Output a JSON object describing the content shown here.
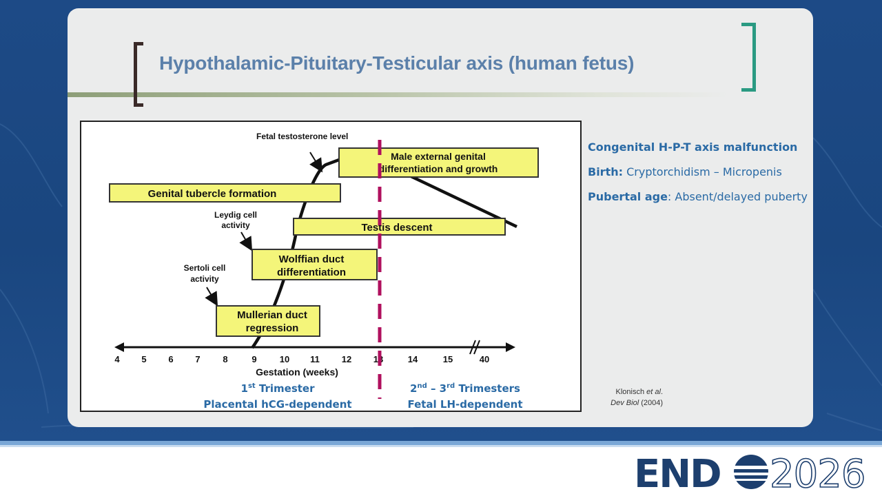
{
  "title": "Hypothalamic-Pituitary-Testicular axis (human fetus)",
  "info": {
    "heading": "Congenital H-P-T axis malfunction",
    "birth_label": "Birth:",
    "birth_value": " Cryptorchidism – Micropenis",
    "pubertal_label": "Pubertal age",
    "pubertal_value": ": Absent/delayed puberty"
  },
  "citation": {
    "line1_a": "Klonisch ",
    "line1_b": "et al",
    "line1_c": ".",
    "journal": "Dev Biol",
    "year": " (2004)"
  },
  "figure": {
    "curve_label": "Fetal testosterone level",
    "boxes": [
      {
        "id": "male-external",
        "line1": "Male external genital",
        "line2": "differentiation and growth"
      },
      {
        "id": "genital-tubercle",
        "line1": "Genital tubercle formation",
        "line2": ""
      },
      {
        "id": "testis-descent",
        "line1": "Testis descent",
        "line2": ""
      },
      {
        "id": "wolffian",
        "line1": "Wolffian duct",
        "line2": "differentiation"
      },
      {
        "id": "mullerian",
        "line1": "Mullerian duct",
        "line2": "regression"
      }
    ],
    "leydig_label": [
      "Leydig cell",
      "activity"
    ],
    "sertoli_label": [
      "Sertoli cell",
      "activity"
    ],
    "ticks": [
      "4",
      "5",
      "6",
      "7",
      "8",
      "9",
      "10",
      "11",
      "12",
      "13",
      "14",
      "15",
      "40"
    ],
    "axis_label": "Gestation (weeks)",
    "trimester1": {
      "line1": "1",
      "sup": "st",
      "line1_rest": " Trimester",
      "line2": "Placental hCG-dependent"
    },
    "trimester2": {
      "a": "2",
      "a_sup": "nd",
      "mid": " – 3",
      "b_sup": "rd",
      "rest": " Trimesters",
      "line2": "Fetal LH-dependent"
    }
  },
  "colors": {
    "title": "#5b80aa",
    "info_text": "#2a6aa5",
    "box_fill": "#f4f57a",
    "dashed_line": "#b0105e",
    "trimester_text": "#2a6aa5",
    "logo_dark": "#1d3f6e",
    "logo_light": "#7ea6d4"
  },
  "logo": {
    "word": "END",
    "year": "2026"
  }
}
